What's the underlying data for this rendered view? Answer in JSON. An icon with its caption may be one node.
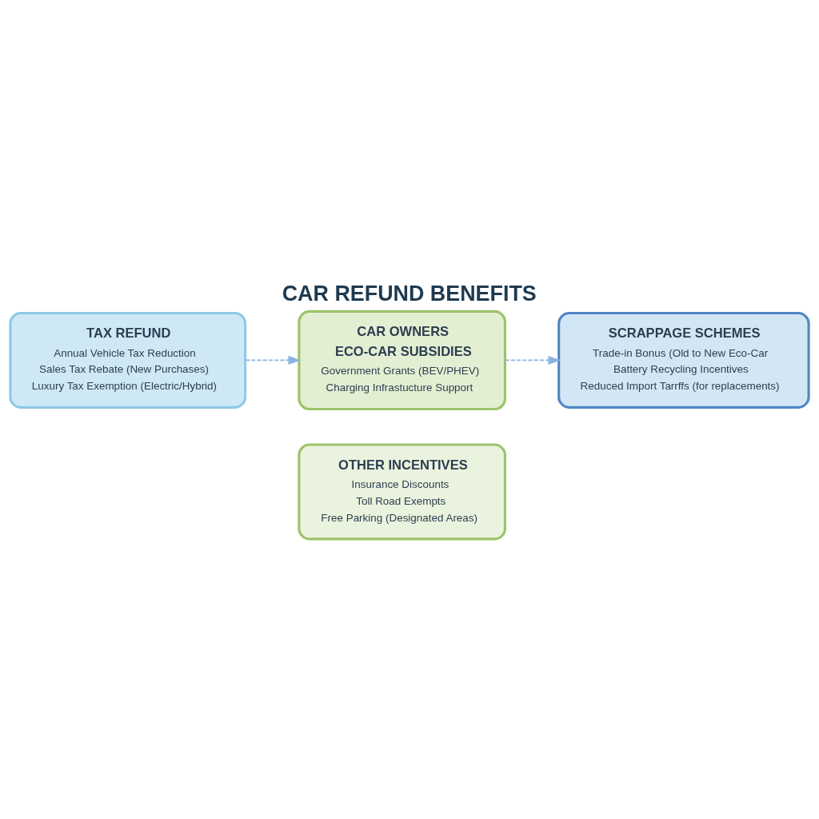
{
  "diagram": {
    "title": "CAR REFUND BENEFITS",
    "nodes": [
      {
        "text": [
          "TAX REFUND",
          "Annual Vehicle Tax Reduction",
          "Sales Tax Rebate (New Purchases)",
          "Luxury Tax Exemption (Electric/Hybrid)"
        ]
      },
      {
        "text": [
          "CAR OWNERS",
          "ECO-CAR SUBSIDIES",
          "Government Grants (BEV/PHEV)",
          "Charging Infrastucture Support"
        ]
      },
      {
        "text": [
          "SCRAPPAGE SCHEMES",
          "Trade-in Bonus (Old to New Eco-Car",
          "Battery Recycling Incentives",
          "Reduced Import Tarrffs (for replacements)"
        ]
      },
      {
        "text": [
          "OTHER INCENTIVES",
          "Insurance Discounts",
          "Toll Road Exempts",
          "Free Parking (Designated Areas)"
        ]
      }
    ],
    "edges": [
      {
        "from": 0,
        "to": 1,
        "arrow": "to",
        "style": "dashed"
      },
      {
        "from": 1,
        "to": 2,
        "arrow": "to",
        "style": "dashed"
      }
    ]
  }
}
